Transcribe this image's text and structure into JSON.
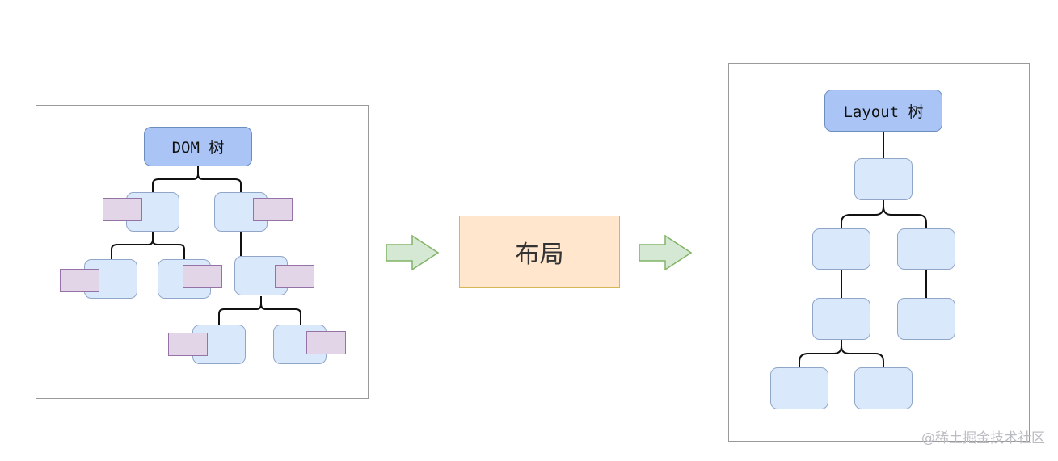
{
  "dom_tree": {
    "root_label": "DOM 树"
  },
  "process": {
    "label": "布局"
  },
  "layout_tree": {
    "root_label": "Layout 树"
  },
  "watermark": {
    "text": "@稀土掘金技术社区"
  },
  "colors": {
    "node_fill": "#dae8fc",
    "node_border": "#8fa6c8",
    "root_fill": "#a9c4f5",
    "root_border": "#6c8ebf",
    "tag_fill": "#e1d5e7",
    "tag_border": "#9673a6",
    "process_fill": "#ffe6cc",
    "process_border": "#d6b656",
    "arrow_fill": "#d5e8d4",
    "arrow_border": "#82b366"
  }
}
